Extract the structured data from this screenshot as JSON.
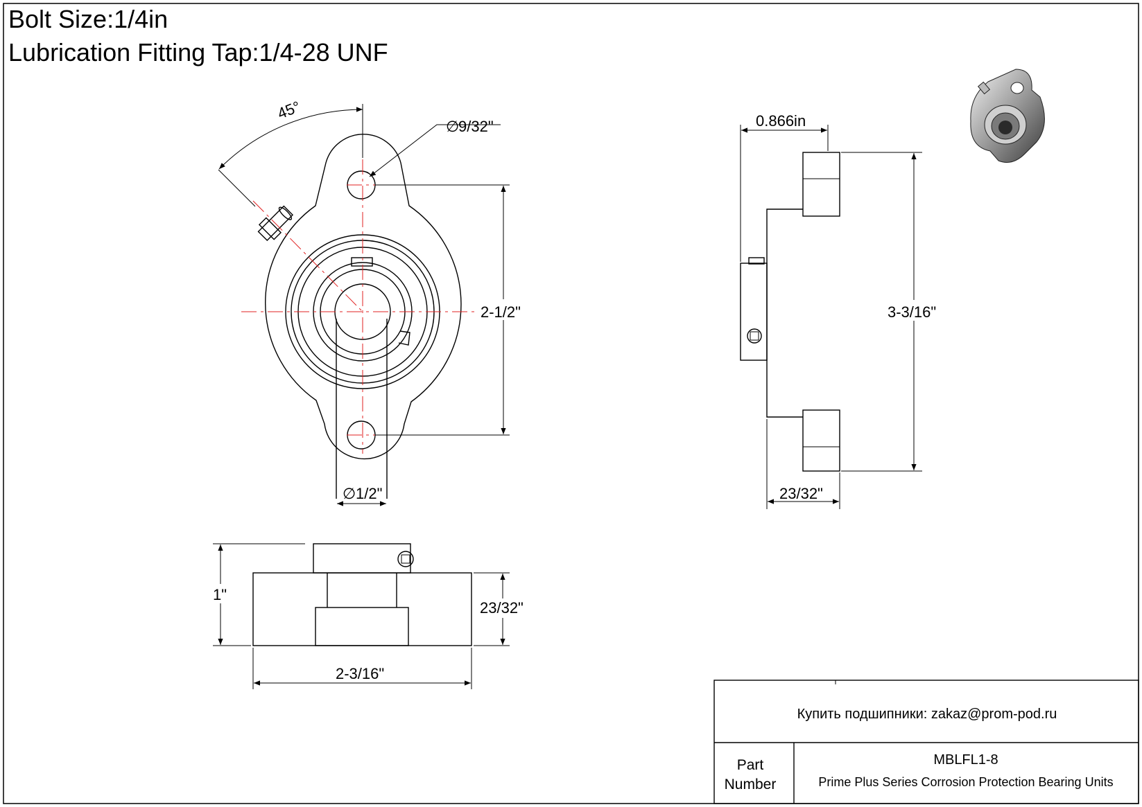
{
  "header": {
    "bolt_size": "Bolt Size:1/4in",
    "lubrication": "Lubrication Fitting Tap:1/4-28 UNF"
  },
  "front_view": {
    "angle_label": "45°",
    "hole_dia_label": "9/32\"",
    "bore_dia_label": "1/2\"",
    "bolt_spacing_label": "2-1/2\""
  },
  "side_view": {
    "depth_label": "0.866in",
    "height_label": "3-3/16\"",
    "flange_label": "23/32\""
  },
  "bottom_view": {
    "height_label": "1\"",
    "flange_label": "23/32\"",
    "width_label": "2-3/16\""
  },
  "title_block": {
    "contact": "Купить подшипники: zakaz@prom-pod.ru",
    "part_label_line1": "Part",
    "part_label_line2": "Number",
    "part_number": "MBLFL1-8",
    "description": "Prime Plus Series Corrosion Protection Bearing Units"
  },
  "colors": {
    "line": "#000000",
    "centerline": "#e02020",
    "background": "#ffffff"
  },
  "symbols": {
    "diameter": "∅"
  }
}
